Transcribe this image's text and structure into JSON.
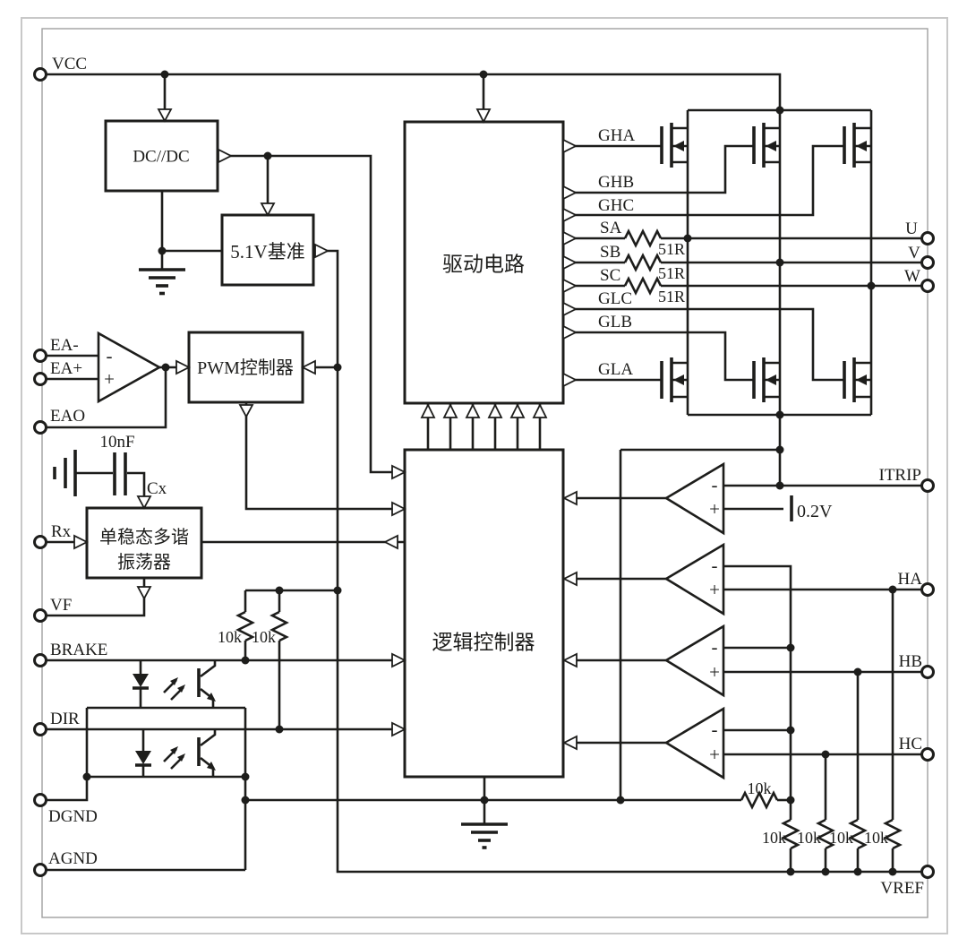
{
  "colors": {
    "wire": "#1d1d1b",
    "background": "#ffffff",
    "outer_border": "#c8c8c8",
    "inner_border": "#a0a0a0"
  },
  "blocks": {
    "dcdc": "DC//DC",
    "ref51": "5.1V基准",
    "driver": "驱动电路",
    "pwm": "PWM控制器",
    "mono_line1": "单稳态多谐",
    "mono_line2": "振荡器",
    "logic": "逻辑控制器"
  },
  "terminals": {
    "vcc": "VCC",
    "ea_minus": "EA-",
    "ea_plus": "EA+",
    "eao": "EAO",
    "rx": "Rx",
    "vf": "VF",
    "brake": "BRAKE",
    "dir": "DIR",
    "dgnd": "DGND",
    "agnd": "AGND",
    "u": "U",
    "v": "V",
    "w": "W",
    "itrip": "ITRIP",
    "ha": "HA",
    "hb": "HB",
    "hc": "HC",
    "vref": "VREF"
  },
  "signals": {
    "gha": "GHA",
    "ghb": "GHB",
    "ghc": "GHC",
    "sa": "SA",
    "sb": "SB",
    "sc": "SC",
    "glc": "GLC",
    "glb": "GLB",
    "gla": "GLA"
  },
  "components": {
    "gate_resistor": "51R",
    "pullup_resistor": "10k",
    "timing_cap": "10nF",
    "cx": "Cx",
    "trip_ref": "0.2V"
  },
  "polarity": {
    "minus": "-",
    "plus": "+"
  }
}
